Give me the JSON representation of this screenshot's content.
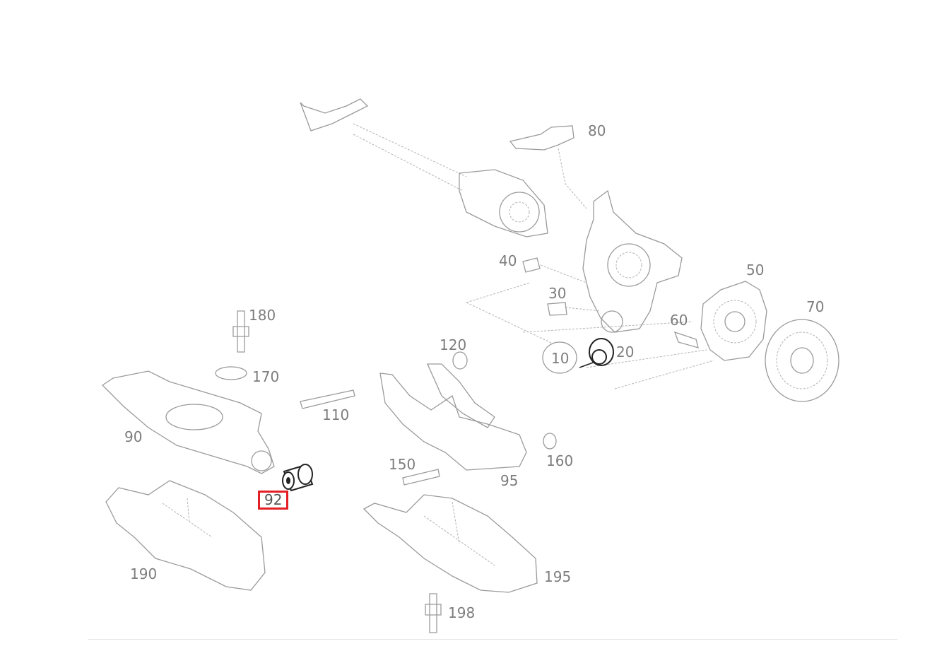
{
  "highlighted_part": "92",
  "parts": {
    "p10": "10",
    "p20": "20",
    "p30": "30",
    "p40": "40",
    "p50": "50",
    "p60": "60",
    "p70": "70",
    "p80": "80",
    "p90": "90",
    "p92": "92",
    "p95": "95",
    "p110": "110",
    "p120": "120",
    "p150": "150",
    "p160": "160",
    "p170": "170",
    "p180": "180",
    "p190": "190",
    "p195": "195",
    "p198": "198"
  }
}
